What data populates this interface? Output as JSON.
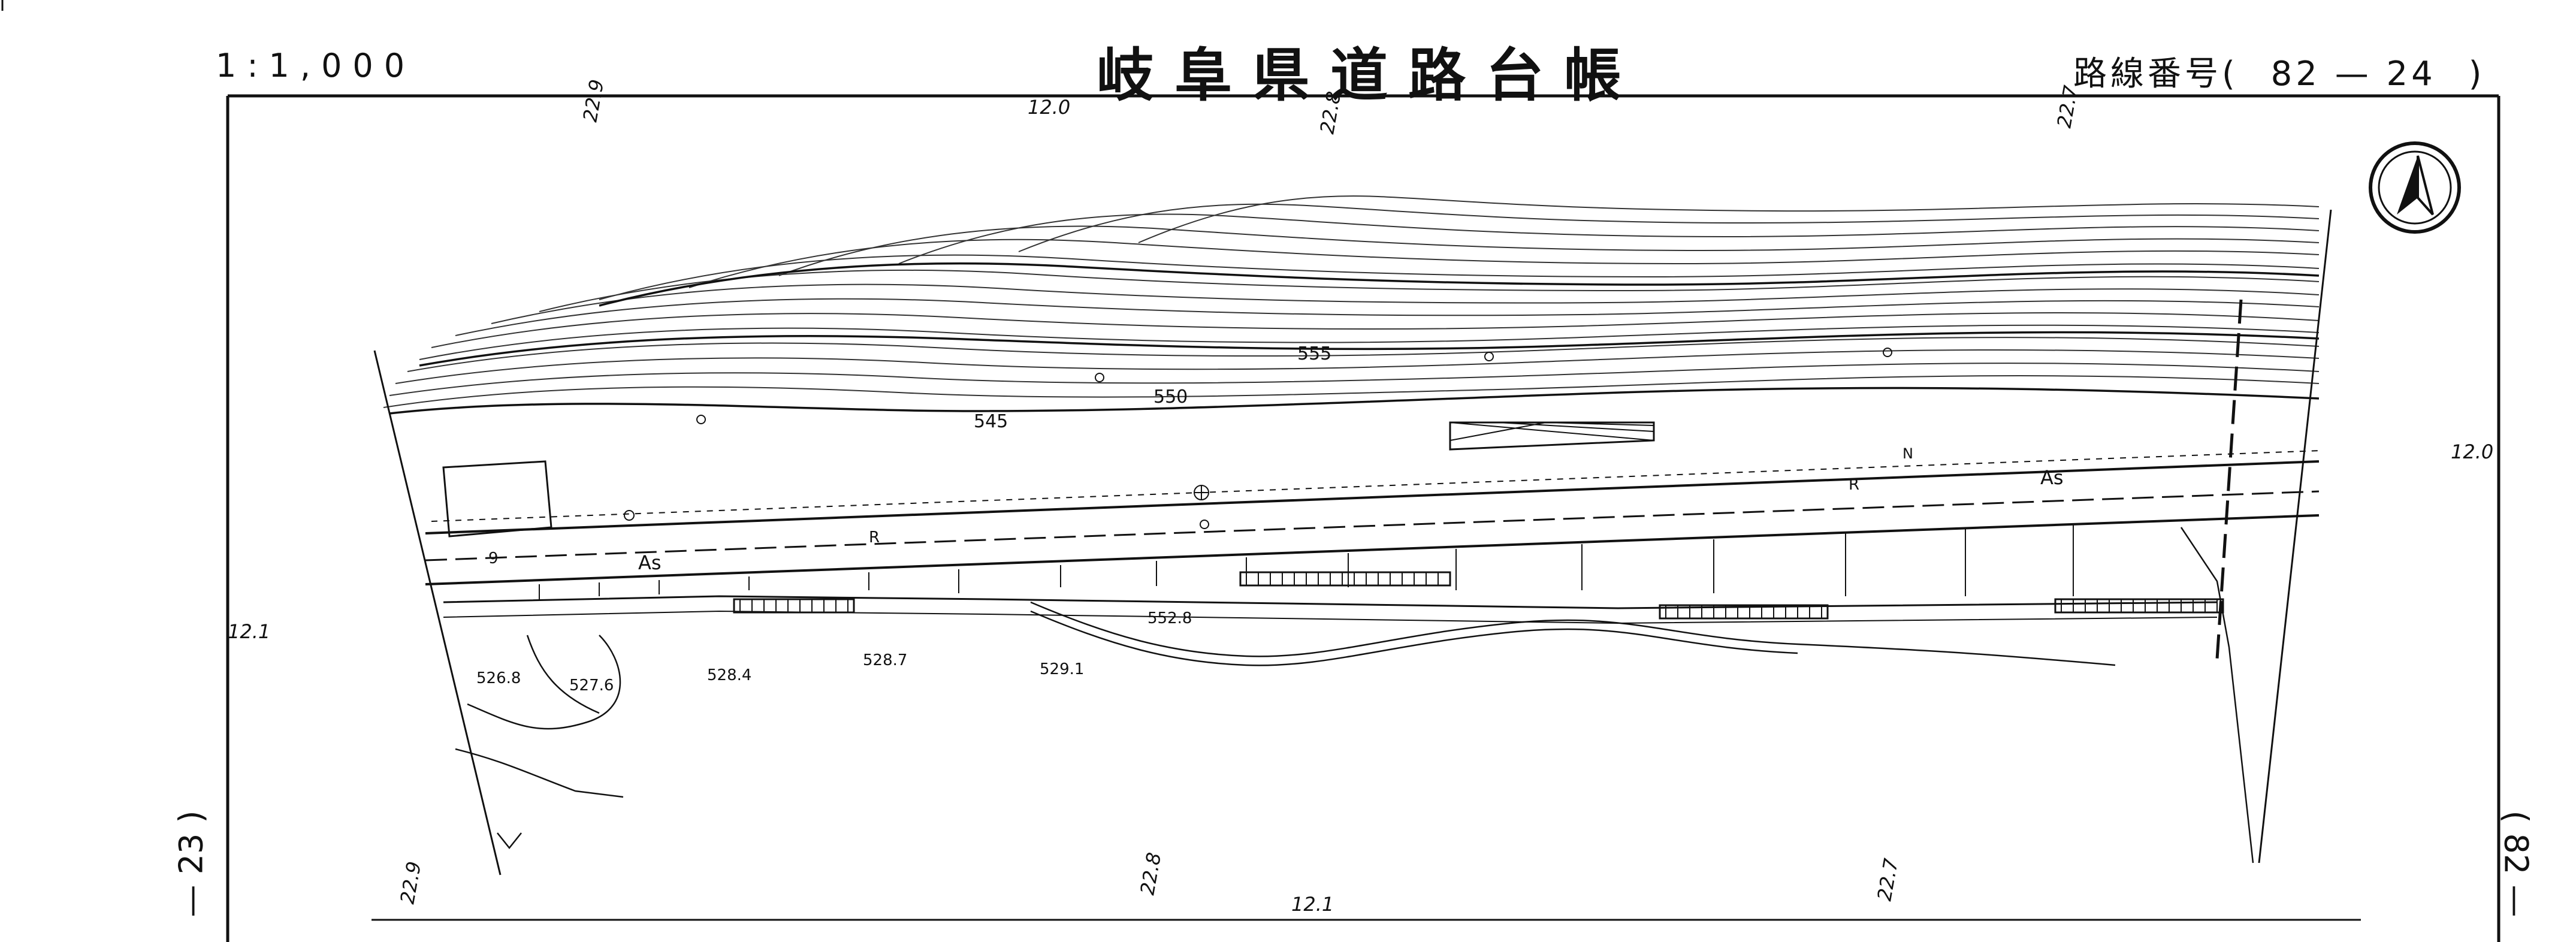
{
  "header": {
    "scale": "1:1,000",
    "title": "岐阜県道路台帳",
    "route_label": "路線番号(",
    "route_number": "82 — 24",
    "route_close": ")"
  },
  "side_labels": {
    "left": "— 23 )",
    "right": "( 82 —"
  },
  "map": {
    "station_marks": {
      "top": [
        "22.9",
        "12.0",
        "22.8",
        "22.7"
      ],
      "bottom": [
        "22.9",
        "22.8",
        "12.1",
        "22.7"
      ],
      "left": "12.1",
      "right": "12.0"
    },
    "contour_labels": [
      "555",
      "550",
      "545"
    ],
    "pavement_labels": [
      "As",
      "As"
    ],
    "road_marks": [
      "R",
      "R",
      "9",
      "N"
    ],
    "elevations": [
      "552.8",
      "526.8",
      "527.6",
      "528.4",
      "528.7",
      "529.1"
    ],
    "north_arrow": "north-arrow",
    "line_color": "#111111"
  }
}
